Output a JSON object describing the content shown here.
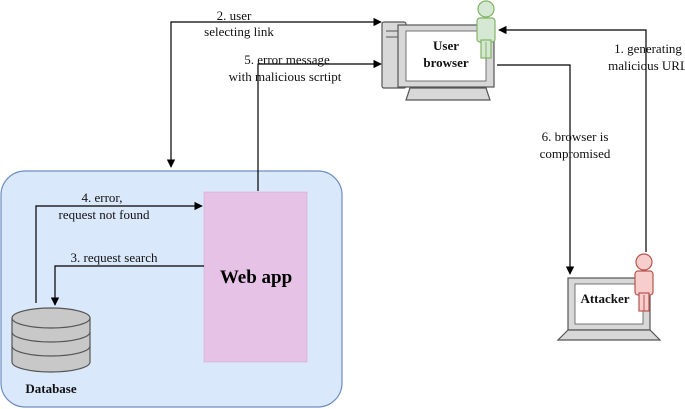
{
  "nodes": {
    "user_browser": {
      "line1": "User",
      "line2": "browser"
    },
    "web_app": "Web app",
    "database": "Database",
    "attacker": "Attacker"
  },
  "edges": {
    "e1": {
      "line1": "1. generating",
      "line2": "malicious URL"
    },
    "e2": {
      "line1": "2. user",
      "line2": "selecting link"
    },
    "e3": "3. request search",
    "e4": {
      "line1": "4. error,",
      "line2": "request not found"
    },
    "e5": {
      "line1": "5. error message",
      "line2": "with malicious scrtipt"
    },
    "e6": {
      "line1": "6. browser is",
      "line2": "compromised"
    }
  },
  "colors": {
    "server_zone": "#dae8fc",
    "server_zone_border": "#6c8ebf",
    "web_app": "#e6c3e6",
    "user_figure": "#d5e8d4",
    "user_figure_border": "#82b366",
    "attacker_figure": "#f8cecc",
    "attacker_figure_border": "#b85450",
    "device": "#d8d8d8",
    "device_border": "#555555",
    "database": "#c8c8c8"
  }
}
